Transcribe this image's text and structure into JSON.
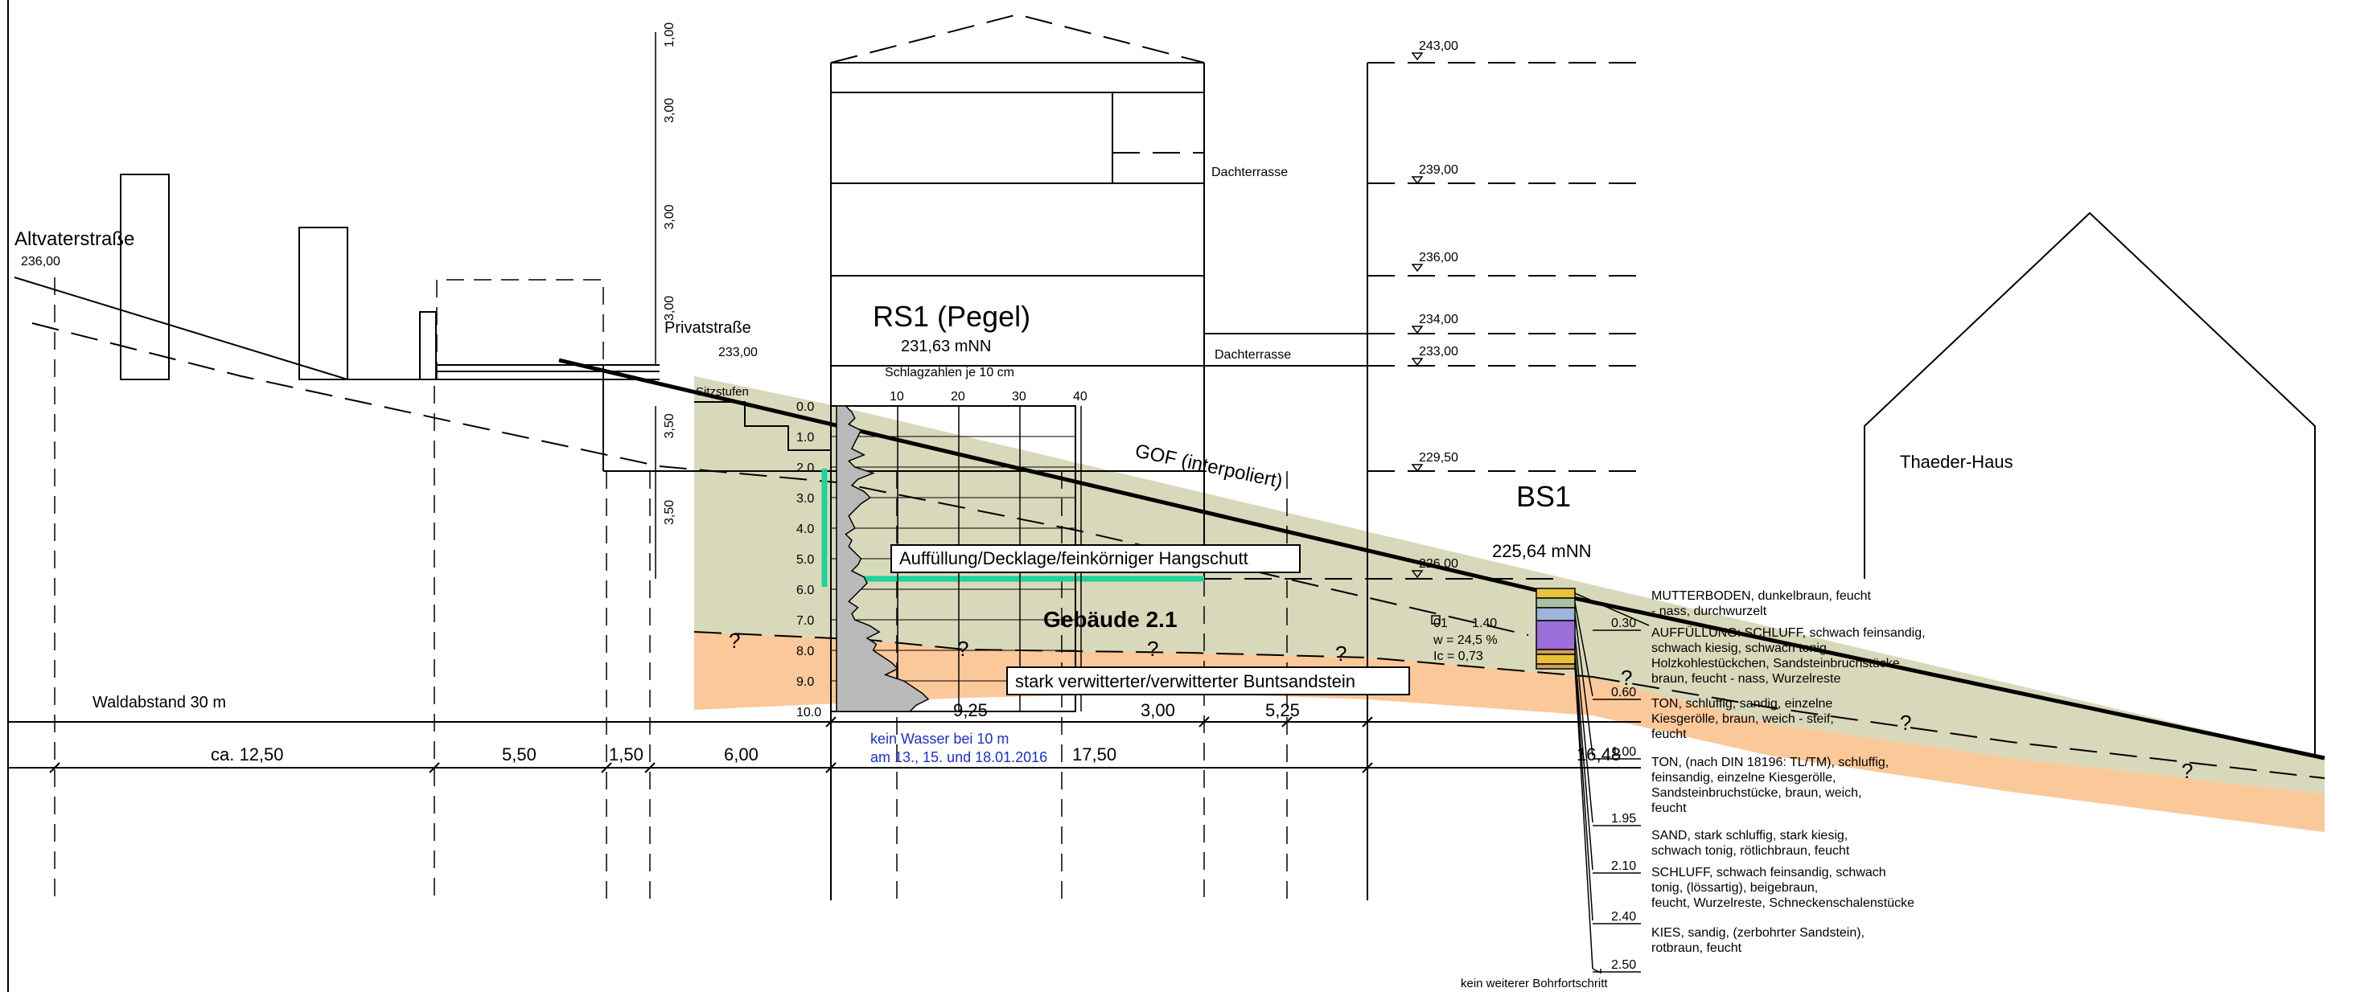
{
  "labels": {
    "street": "Altvaterstraße",
    "street_elev": "236,00",
    "private_street": "Privatstraße",
    "private_elev": "233,00",
    "sitzstufen": "Sitzstufen",
    "rs1_title": "RS1 (Pegel)",
    "rs1_elev": "231,63 mNN",
    "schlagzahlen": "Schlagzahlen je 10 cm",
    "gof": "GOF (interpoliert)",
    "bs1_title": "BS1",
    "bs1_elev": "225,64 mNN",
    "thaeder": "Thaeder-Haus",
    "dachterrasse_1": "Dachterrasse",
    "dachterrasse_2": "Dachterrasse",
    "gebaeude": "Gebäude 2.1",
    "auffuellung": "Auffüllung/Decklage/feinkörniger Hangschutt",
    "buntsandstein": "stark verwitterter/verwitterter Buntsandstein",
    "waldabstand": "Waldabstand 30 m",
    "water_1": "kein Wasser bei 10 m",
    "water_2": "am 13., 15. und 18.01.2016",
    "no_progress": "kein weiterer Bohrfortschritt",
    "question": "?"
  },
  "elevations": [
    "243,00",
    "239,00",
    "236,00",
    "234,00",
    "233,00",
    "229,50",
    "226,00"
  ],
  "height_dims": [
    "1,00",
    "3,00",
    "3,00",
    "3,00",
    "3,50",
    "3,50"
  ],
  "dim_bottom": [
    "ca. 12,50",
    "5,50",
    "1,50",
    "6,00",
    "17,50",
    "16,48"
  ],
  "dim_mid": [
    "9,25",
    "3,00",
    "5,25"
  ],
  "rs1_scale": [
    "10",
    "20",
    "30",
    "40"
  ],
  "rs1_depths": [
    "0.0",
    "1.0",
    "2.0",
    "3.0",
    "4.0",
    "5.0",
    "6.0",
    "7.0",
    "8.0",
    "9.0",
    "10.0"
  ],
  "bs1_lab": [
    "01",
    "1.40",
    "w = 24,5 %",
    "Ic = 0,73"
  ],
  "bs1_layers": [
    {
      "depth": "0.30",
      "lines": [
        "MUTTERBODEN, dunkelbraun, feucht",
        "- nass, durchwurzelt"
      ]
    },
    {
      "depth": "0.60",
      "lines": [
        "AUFFÜLLUNG: SCHLUFF, schwach feinsandig,",
        "schwach kiesig, schwach tonig,",
        "Holzkohlestückchen, Sandsteinbruchstücke,",
        "braun, feucht - nass, Wurzelreste"
      ]
    },
    {
      "depth": "1.00",
      "lines": [
        "TON, schluffig, sandig, einzelne",
        "Kiesgerölle, braun, weich - steif,",
        "feucht"
      ]
    },
    {
      "depth": "1.95",
      "lines": [
        "TON, (nach DIN 18196: TL/TM), schluffig,",
        "feinsandig, einzelne Kiesgerölle,",
        "Sandsteinbruchstücke, braun, weich,",
        "feucht"
      ]
    },
    {
      "depth": "2.10",
      "lines": [
        "SAND, stark schluffig, stark kiesig,",
        "schwach tonig, rötlichbraun, feucht"
      ]
    },
    {
      "depth": "2.40",
      "lines": [
        "SCHLUFF, schwach feinsandig, schwach",
        "tonig, (lössartig), beigebraun,",
        "feucht, Wurzelreste, Schneckenschalenstücke"
      ]
    },
    {
      "depth": "2.50",
      "lines": [
        "KIES, sandig, (zerbohrter Sandstein),",
        "rotbraun, feucht"
      ]
    }
  ],
  "colors": {
    "fill_soil": "#d8d9bb",
    "fill_sandstone": "#fbc89a",
    "accent_teal": "#1ed39a",
    "sounding_fill": "#b9b9b9",
    "water_text": "#1a2fd0",
    "bs1_purple": "#9b6fd9",
    "bs1_yellow": "#e8c23a"
  }
}
